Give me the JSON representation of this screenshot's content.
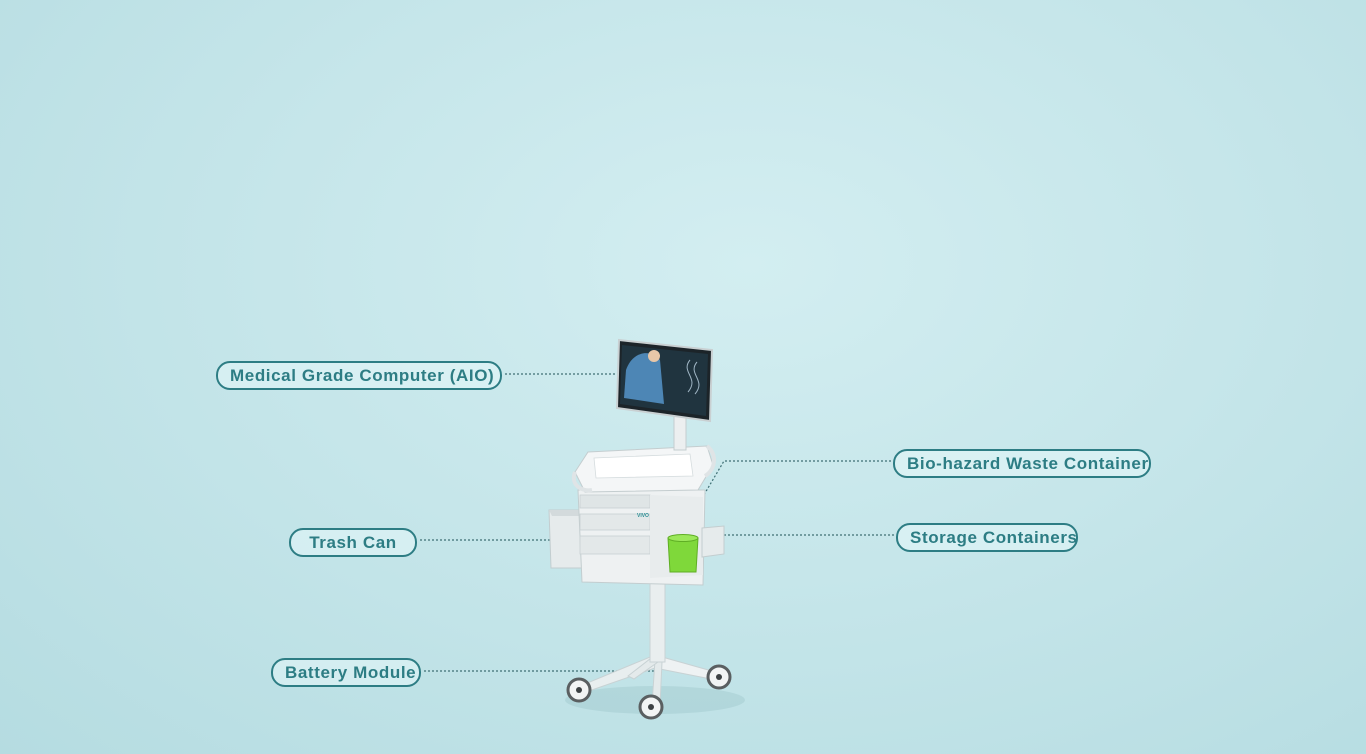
{
  "labels": {
    "computer": "Medical Grade Computer (AIO)",
    "biohazard": "Bio-hazard Waste Container",
    "trash": "Trash Can",
    "storage": "Storage Containers",
    "battery": "Battery Module"
  },
  "brand_logo_text": "VIVO",
  "colors": {
    "accent": "#2d7d84",
    "background": "#c6e6ea",
    "bin_green": "#7fd83a"
  }
}
